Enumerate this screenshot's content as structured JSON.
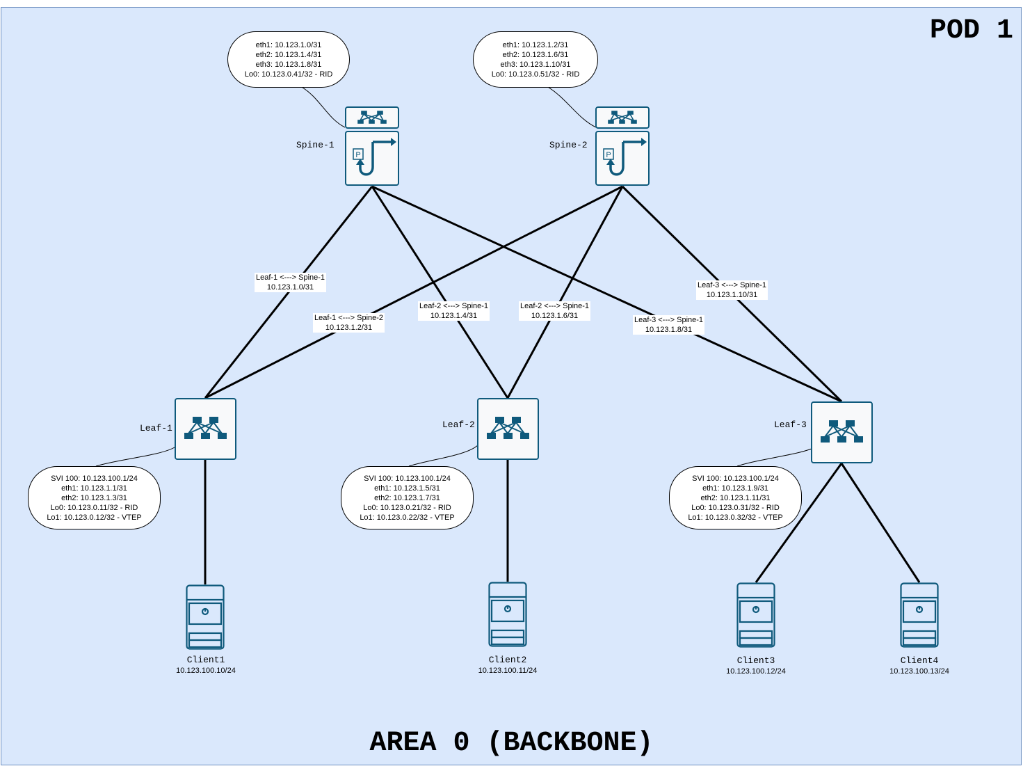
{
  "titles": {
    "pod": "POD 1",
    "area": "AREA 0 (BACKBONE)"
  },
  "colors": {
    "area_fill": "#dae8fc",
    "area_border": "#6c8ebf",
    "device_stroke": "#0f5a7c",
    "device_fill": "#f8f9fa"
  },
  "spines": [
    {
      "name": "Spine-1",
      "icon": "spine-router-icon",
      "config": [
        "eth1: 10.123.1.0/31",
        "eth2: 10.123.1.4/31",
        "eth3: 10.123.1.8/31",
        "Lo0: 10.123.0.41/32 - RID"
      ]
    },
    {
      "name": "Spine-2",
      "icon": "spine-router-icon",
      "config": [
        "eth1: 10.123.1.2/31",
        "eth2: 10.123.1.6/31",
        "eth3: 10.123.1.10/31",
        "Lo0: 10.123.0.51/32 - RID"
      ]
    }
  ],
  "leaves": [
    {
      "name": "Leaf-1",
      "icon": "leaf-switch-icon",
      "config": [
        "SVI 100: 10.123.100.1/24",
        "eth1: 10.123.1.1/31",
        "eth2: 10.123.1.3/31",
        "Lo0: 10.123.0.11/32 - RID",
        "Lo1: 10.123.0.12/32 - VTEP"
      ]
    },
    {
      "name": "Leaf-2",
      "icon": "leaf-switch-icon",
      "config": [
        "SVI 100: 10.123.100.1/24",
        "eth1: 10.123.1.5/31",
        "eth2: 10.123.1.7/31",
        "Lo0: 10.123.0.21/32 - RID",
        "Lo1: 10.123.0.22/32 - VTEP"
      ]
    },
    {
      "name": "Leaf-3",
      "icon": "leaf-switch-icon",
      "config": [
        "SVI 100: 10.123.100.1/24",
        "eth1: 10.123.1.9/31",
        "eth2: 10.123.1.11/31",
        "Lo0: 10.123.0.31/32 - RID",
        "Lo1: 10.123.0.32/32 - VTEP"
      ]
    }
  ],
  "links": [
    {
      "label": "Leaf-1 <---> Spine-1",
      "subnet": "10.123.1.0/31"
    },
    {
      "label": "Leaf-1 <---> Spine-2",
      "subnet": "10.123.1.2/31"
    },
    {
      "label": "Leaf-2 <---> Spine-1",
      "subnet": "10.123.1.4/31"
    },
    {
      "label": "Leaf-2 <---> Spine-1",
      "subnet": "10.123.1.6/31"
    },
    {
      "label": "Leaf-3 <---> Spine-1",
      "subnet": "10.123.1.8/31"
    },
    {
      "label": "Leaf-3 <---> Spine-1",
      "subnet": "10.123.1.10/31"
    }
  ],
  "clients": [
    {
      "name": "Client1",
      "ip": "10.123.100.10/24",
      "icon": "server-icon"
    },
    {
      "name": "Client2",
      "ip": "10.123.100.11/24",
      "icon": "server-icon"
    },
    {
      "name": "Client3",
      "ip": "10.123.100.12/24",
      "icon": "server-icon"
    },
    {
      "name": "Client4",
      "ip": "10.123.100.13/24",
      "icon": "server-icon"
    }
  ]
}
